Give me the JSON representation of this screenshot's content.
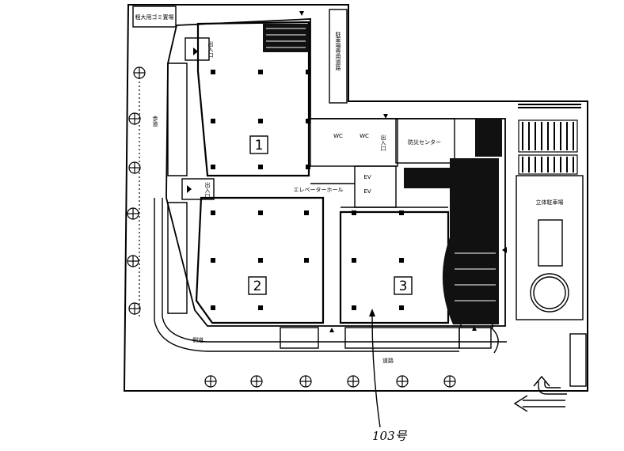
{
  "labels": {
    "waste_storage": "粗大用ゴミ置場",
    "parking_road": "駐車場専用道路",
    "elevator_hall": "エレベーターホール",
    "disaster_center": "防災センター",
    "wc_1": "WC",
    "wc_2": "WC",
    "ev_1": "EV",
    "ev_2": "EV",
    "parking_tower": "立体駐車場",
    "sidewalk": "歩道",
    "side_road": "側道",
    "public_road": "道路",
    "entrance_left_top": "出入口",
    "entrance_left_mid": "出入口",
    "entrance_right": "出入口"
  },
  "units": [
    {
      "id": "unit-1",
      "number": "1"
    },
    {
      "id": "unit-2",
      "number": "2"
    },
    {
      "id": "unit-3",
      "number": "3"
    }
  ],
  "annotation": {
    "handwritten": "103号"
  }
}
